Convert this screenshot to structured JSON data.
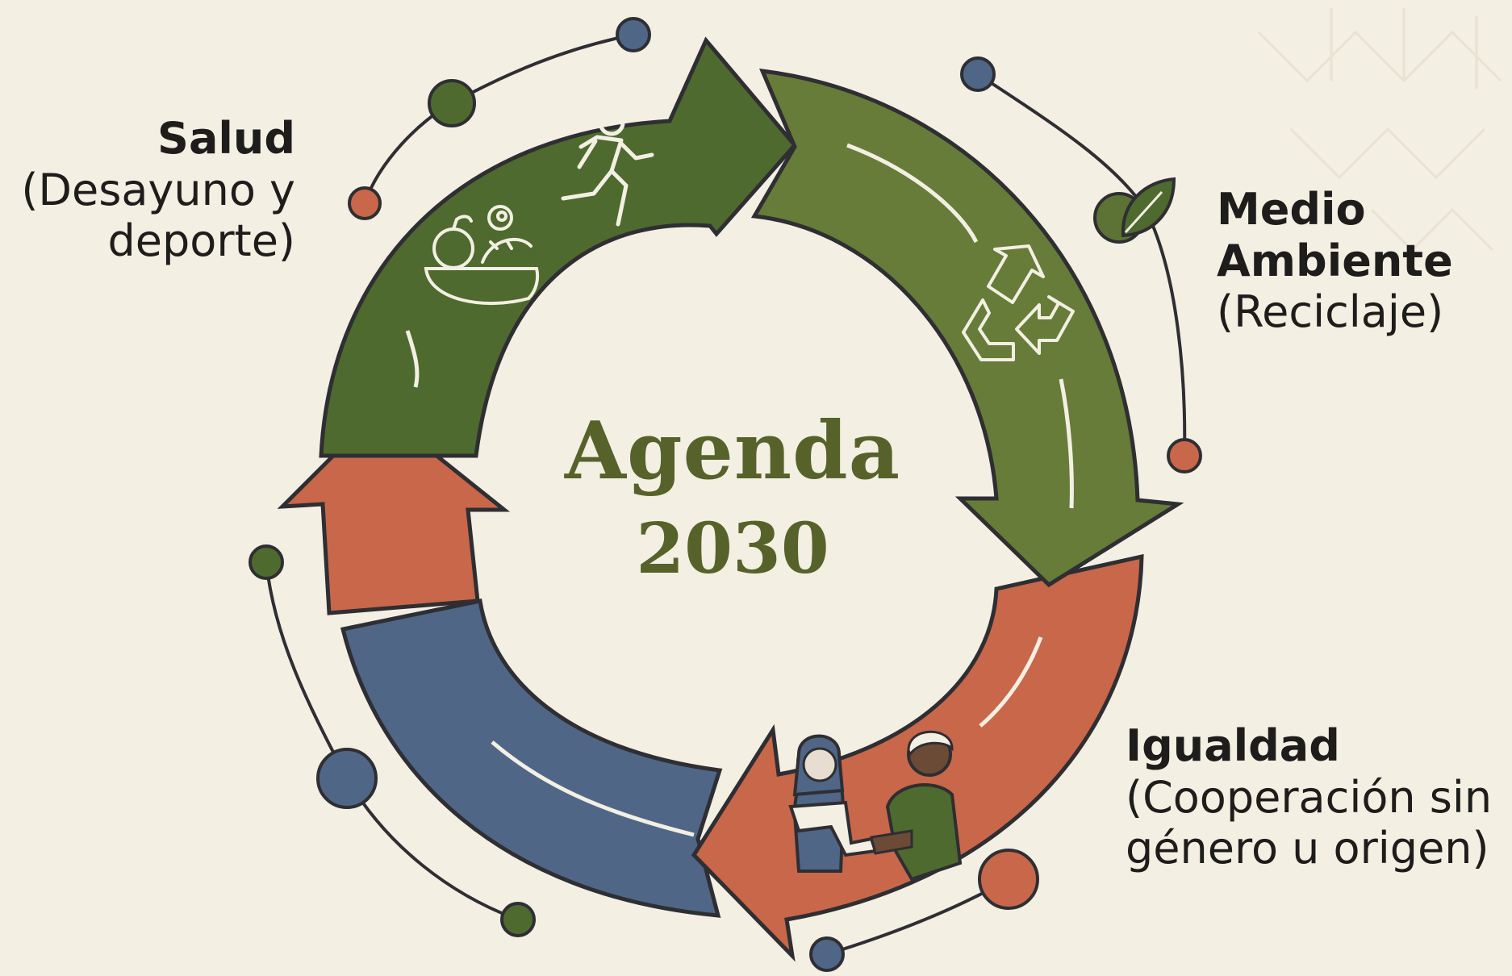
{
  "center": {
    "line1": "Agenda",
    "line2": "2030"
  },
  "segments": [
    {
      "title": "Salud",
      "subtitle_lines": [
        "(Desayuno y",
        "deporte)"
      ],
      "color": "#4e6a2e"
    },
    {
      "title": "Medio",
      "title2": "Ambiente",
      "subtitle_lines": [
        "(Reciclaje)"
      ],
      "color": "#667c38"
    },
    {
      "title": "Igualdad",
      "subtitle_lines": [
        "(Cooperación sin",
        "género u origen)"
      ],
      "color": "#c8674a"
    },
    {
      "title": "",
      "subtitle_lines": [],
      "color": "#4f6686"
    }
  ],
  "colors": {
    "background": "#f3efe3",
    "dark_green": "#4e6a2e",
    "olive_green": "#667c38",
    "terracotta": "#c8674a",
    "slate_blue": "#4f6686",
    "text_green": "#56622a"
  },
  "icons": [
    "fruit-bowl-icon",
    "runner-icon",
    "recycle-icon",
    "handshake-people-icon",
    "leaf-icon"
  ]
}
